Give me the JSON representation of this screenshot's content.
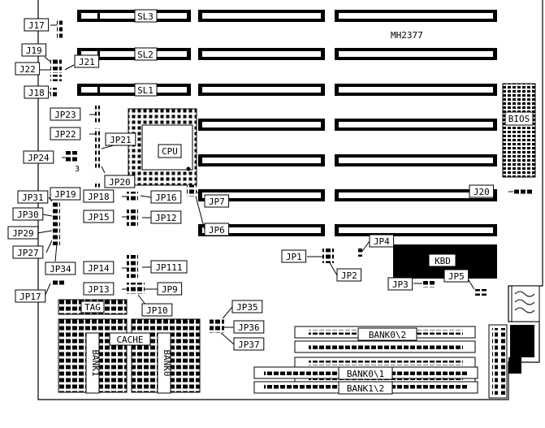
{
  "board": {
    "model": "MH2377"
  },
  "slots": {
    "sl3": "SL3",
    "sl2": "SL2",
    "sl1": "SL1"
  },
  "chips": {
    "cpu": "CPU",
    "bios": "BIOS",
    "kbd": "KBD",
    "tag": "TAG",
    "cache": "CACHE",
    "bank1_col": "BANK1",
    "bank0_col": "BANK0"
  },
  "simm_banks": {
    "bank0_2": "BANK0\\2",
    "bank0_1": "BANK0\\1",
    "bank1_2": "BANK1\\2"
  },
  "jumpers": {
    "j17": "J17",
    "j19": "J19",
    "j21": "J21",
    "j22": "J22",
    "j18": "J18",
    "jp23": "JP23",
    "jp22": "JP22",
    "jp21": "JP21",
    "jp24": "JP24",
    "jp24_pin": "3",
    "jp20": "JP20",
    "jp19": "JP19",
    "jp31": "JP31",
    "jp30": "JP30",
    "jp29": "JP29",
    "jp27": "JP27",
    "jp34": "JP34",
    "jp17": "JP17",
    "jp18": "JP18",
    "jp16": "JP16",
    "jp15": "JP15",
    "jp12": "JP12",
    "jp14": "JP14",
    "jp111": "JP111",
    "jp13": "JP13",
    "jp9": "JP9",
    "jp10": "JP10",
    "jp7": "JP7",
    "jp6": "JP6",
    "j20": "J20",
    "jp1": "JP1",
    "jp2": "JP2",
    "jp4": "JP4",
    "jp3": "JP3",
    "jp5": "JP5",
    "jp35": "JP35",
    "jp36": "JP36",
    "jp37": "JP37"
  }
}
